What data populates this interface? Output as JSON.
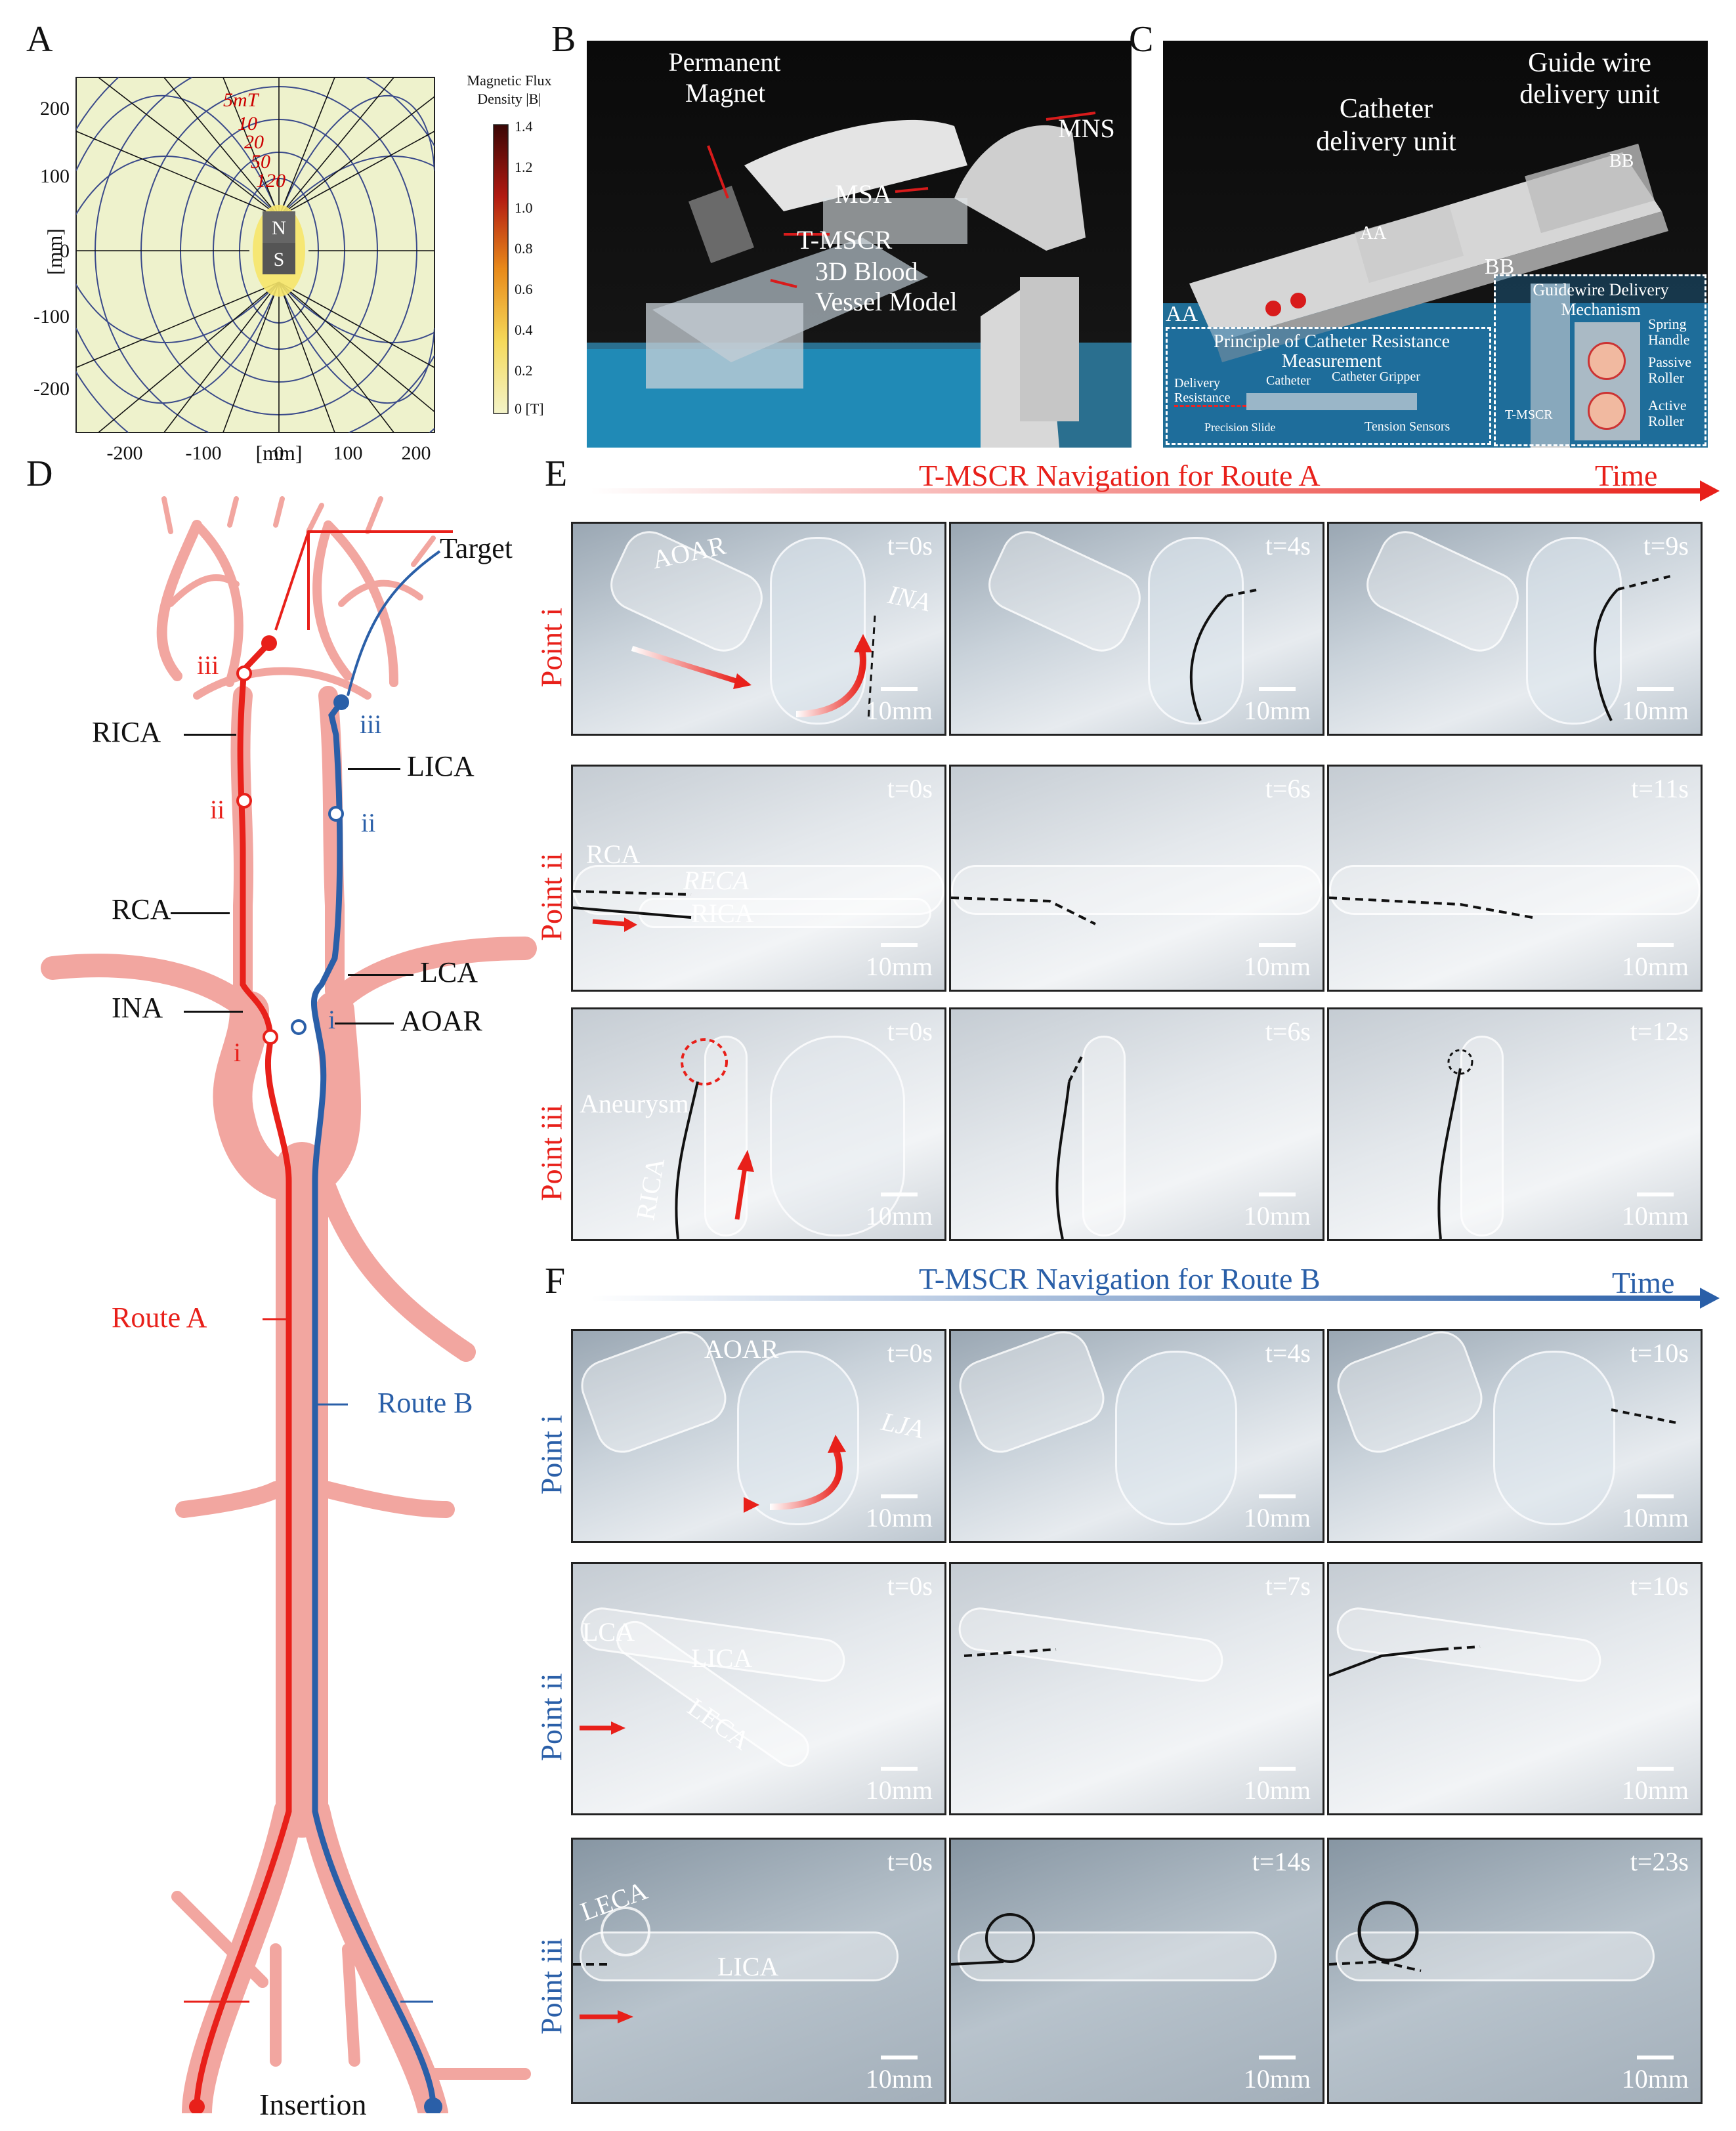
{
  "panels": {
    "A": {
      "letter": "A",
      "xticks": [
        "-200",
        "-100",
        "0",
        "100",
        "200"
      ],
      "yticks": [
        "200",
        "100",
        "0",
        "-100",
        "-200"
      ],
      "xlabel": "[mm]",
      "ylabel": "[mm]",
      "contours": [
        "5mT",
        "10",
        "20",
        "50",
        "120"
      ],
      "magnet_n": "N",
      "magnet_s": "S",
      "colorbar_title_1": "Magnetic Flux",
      "colorbar_title_2": "Density |B|",
      "colorbar_ticks": [
        "1.4",
        "1.2",
        "1.0",
        "0.8",
        "0.6",
        "0.4",
        "0.2",
        "0 [T]"
      ],
      "colors": {
        "background": "#eef2cc",
        "field_lines": "#3a4a8a",
        "contour_lines": "#2b2b2b",
        "contour_text": "#cc0000"
      }
    },
    "B": {
      "letter": "B",
      "labels": [
        "Permanent",
        "Magnet",
        "MNS",
        "MSA",
        "T-MSCR",
        "3D Blood",
        "Vessel Model"
      ]
    },
    "C": {
      "letter": "C",
      "title_1a": "Guide wire",
      "title_1b": "delivery unit",
      "title_2a": "Catheter",
      "title_2b": "delivery unit",
      "aa": "AA",
      "bb": "BB",
      "aa_box_title_1": "Principle of Catheter Resistance",
      "aa_box_title_2": "Measurement",
      "aa_labels": [
        "Delivery",
        "Resistance",
        "Catheter",
        "Catheter Gripper",
        "Precision Slide",
        "Tension Sensors"
      ],
      "bb_box_title_1": "Guidewire Delivery",
      "bb_box_title_2": "Mechanism",
      "bb_labels": [
        "Spring",
        "Handle",
        "Passive",
        "Roller",
        "Active",
        "Roller",
        "T-MSCR"
      ]
    },
    "D": {
      "letter": "D",
      "vessel_labels": [
        "RICA",
        "LICA",
        "RCA",
        "LCA",
        "INA",
        "AOAR",
        "Target",
        "Route A",
        "Route B",
        "Insertion"
      ],
      "points_red": [
        "iii",
        "ii",
        "i"
      ],
      "points_blue": [
        "iii",
        "ii",
        "i"
      ],
      "colors": {
        "vessel": "#f2a6a0",
        "route_a": "#e8201a",
        "route_b": "#2a5fa8"
      }
    },
    "E": {
      "letter": "E",
      "title": "T-MSCR Navigation for Route A",
      "time_label": "Time",
      "rows": [
        {
          "label": "Point i",
          "times": [
            "t=0s",
            "t=4s",
            "t=9s"
          ],
          "vessels": [
            "AOAR",
            "INA"
          ]
        },
        {
          "label": "Point ii",
          "times": [
            "t=0s",
            "t=6s",
            "t=11s"
          ],
          "vessels": [
            "RCA",
            "RECA",
            "RICA"
          ]
        },
        {
          "label": "Point iii",
          "times": [
            "t=0s",
            "t=6s",
            "t=12s"
          ],
          "vessels": [
            "Aneurysm",
            "RICA"
          ]
        }
      ],
      "scale": "10mm",
      "color": "#e8201a"
    },
    "F": {
      "letter": "F",
      "title": "T-MSCR Navigation for Route B",
      "time_label": "Time",
      "rows": [
        {
          "label": "Point i",
          "times": [
            "t=0s",
            "t=4s",
            "t=10s"
          ],
          "vessels": [
            "AOAR",
            "LJA"
          ]
        },
        {
          "label": "Point ii",
          "times": [
            "t=0s",
            "t=7s",
            "t=10s"
          ],
          "vessels": [
            "LCA",
            "LICA",
            "LECA"
          ]
        },
        {
          "label": "Point iii",
          "times": [
            "t=0s",
            "t=14s",
            "t=23s"
          ],
          "vessels": [
            "LECA",
            "LICA"
          ]
        }
      ],
      "scale": "10mm",
      "color": "#2a5fa8"
    }
  }
}
